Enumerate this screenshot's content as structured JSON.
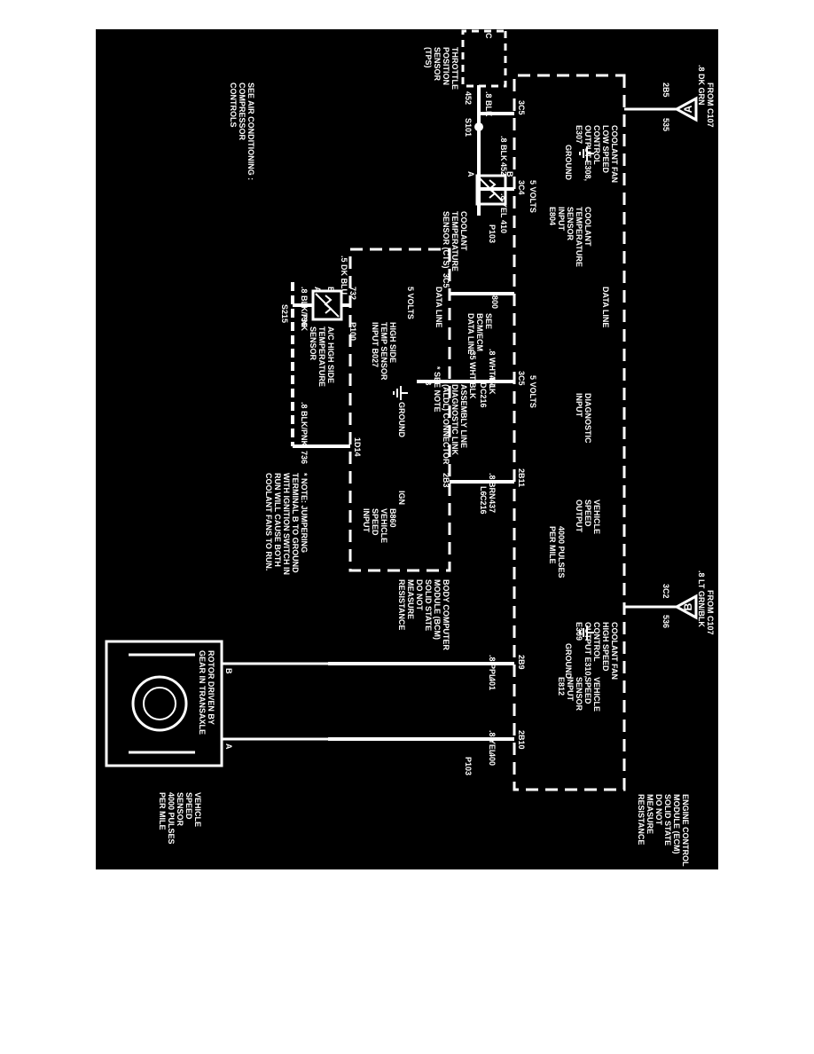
{
  "connectors": {
    "c107_a": {
      "letter": "A",
      "label": "FROM C107",
      "wire": ".8 DK GRN",
      "circuit": "535",
      "pin": "2B5"
    },
    "c107_b": {
      "letter": "B",
      "label": "FROM C107",
      "wire": ".8 LT GRN/BLK",
      "circuit": "536",
      "pin": "3C2"
    }
  },
  "ecm": {
    "title_lines": [
      "ENGINE CONTROL",
      "MODULE (ECM)",
      "SOLID STATE",
      "DO NOT",
      "MEASURE",
      "RESISTANCE"
    ],
    "fan_low_lines": [
      "COOLANT FAN",
      "LOW SPEED",
      "CONTROL",
      "OUTPUT E308,",
      "E307"
    ],
    "fan_high_lines": [
      "COOLANT FAN",
      "HIGH SPEED",
      "CONTROL",
      "OUTPUT E310,",
      "E309"
    ],
    "ground": "GROUND",
    "cts_input_lines": [
      "COOLANT",
      "TEMPERATURE",
      "SENSOR",
      "INPUT",
      "E804"
    ],
    "five_volts": "5 VOLTS",
    "data_line": "DATA LINE",
    "diag_input_lines": [
      "DIAGNOSTIC",
      "INPUT"
    ],
    "vss_output_lines": [
      "VEHICLE",
      "SPEED",
      "OUTPUT"
    ],
    "pulses": "4000 PULSES",
    "per_mile": "PER MILE",
    "vss_input_lines": [
      "VEHICLE",
      "SPEED",
      "SENSOR",
      "INPUT",
      "E812"
    ],
    "pins": {
      "p3c5a": "3C5",
      "p3c4": "3C4",
      "p3c5b": "3C5",
      "p2b11": "2B11",
      "p2b9": "2B9",
      "p2b10": "2B10"
    }
  },
  "tps": {
    "title_lines": [
      "THROTTLE",
      "POSITION",
      "SENSOR",
      "(TPS)"
    ],
    "pin_c": "C",
    "wire": ".8 BLK",
    "circuit": "452"
  },
  "splice_s101": "S101",
  "cts": {
    "title_lines": [
      "COOLANT",
      "TEMPERATURE",
      "SENSOR (CTS)"
    ],
    "pin_a": "A",
    "pin_b": "B"
  },
  "wires": {
    "blk_452_w": ".8 BLK",
    "blk_452_c": "452",
    "yel_410_w": ".8 YEL",
    "yel_410_c": "410",
    "p103": "P103",
    "p103b": "P103",
    "wht_451_w": ".8 WHT/BLK",
    "wht_451_c": "451",
    "wht_451b_w": ".35 WHT/BLK",
    "brn_437_w": ".8 BRN",
    "brn_437_c": "437",
    "ppl_401_w": ".8 PPL",
    "ppl_401_c": "401",
    "yel_400_w": ".8 YEL",
    "yel_400_c": "400",
    "dkblu_w": ".5 DK BLU",
    "dkblu_c": "732",
    "blkpnk_w": ".8 BLK/PNK",
    "blkpnk_c": "736",
    "c216": "C216",
    "c216b": "C216",
    "l6": "L6",
    "d": "D",
    "bcm_800": "800"
  },
  "bcm": {
    "title_lines": [
      "BODY COMPUTER",
      "MODULE (BCM)",
      "SOLID STATE",
      "DO NOT",
      "MEASURE",
      "RESISTANCE"
    ],
    "data_line": "DATA LINE",
    "five_volts": "5 VOLTS",
    "high_side_lines": [
      "HIGH SIDE",
      "TEMP SENSOR",
      "INPUT B027"
    ],
    "ground": "GROUND",
    "ign": "IGN",
    "vss_lines": [
      "B860",
      "VEHICLE",
      "SPEED",
      "INPUT"
    ],
    "pins": {
      "p3c5": "3C5",
      "p1d14": "1D14",
      "p2b3": "2B3"
    },
    "see_bcm_lines": [
      "SEE",
      "BCM/ECM",
      "DATA LINE"
    ]
  },
  "aldl": {
    "lines": [
      "ASSEMBLY LINE",
      "DIAGNOSTIC LINK",
      "(ALDL) CONNECTOR"
    ],
    "pin_b": "B",
    "note": "* SEE NOTE"
  },
  "ac_sensor": {
    "title_lines": [
      "A/C HIGH SIDE",
      "TEMPERATURE",
      "SENSOR"
    ],
    "pin_a": "A",
    "pin_b": "B",
    "p100": "P100"
  },
  "splice_s215": "S215",
  "see_ac_lines": [
    "SEE AIR CONDITIONING :",
    "COMPRESSOR",
    "CONTROLS"
  ],
  "note_lines": [
    "* NOTE: JUMPERING",
    "TERMINAL B TO GROUND",
    "WITH IGNITION SWITCH IN",
    "RUN WILL CAUSE BOTH",
    "COOLANT FANS TO RUN."
  ],
  "vss_sensor": {
    "label_lines": [
      "VEHICLE",
      "SPEED",
      "SENSOR",
      "4000 PULSES",
      "PER MILE"
    ],
    "rotor_lines": [
      "ROTOR DRIVEN BY",
      "GEAR IN TRANSAXLE"
    ],
    "pin_a": "A",
    "pin_b": "B"
  }
}
